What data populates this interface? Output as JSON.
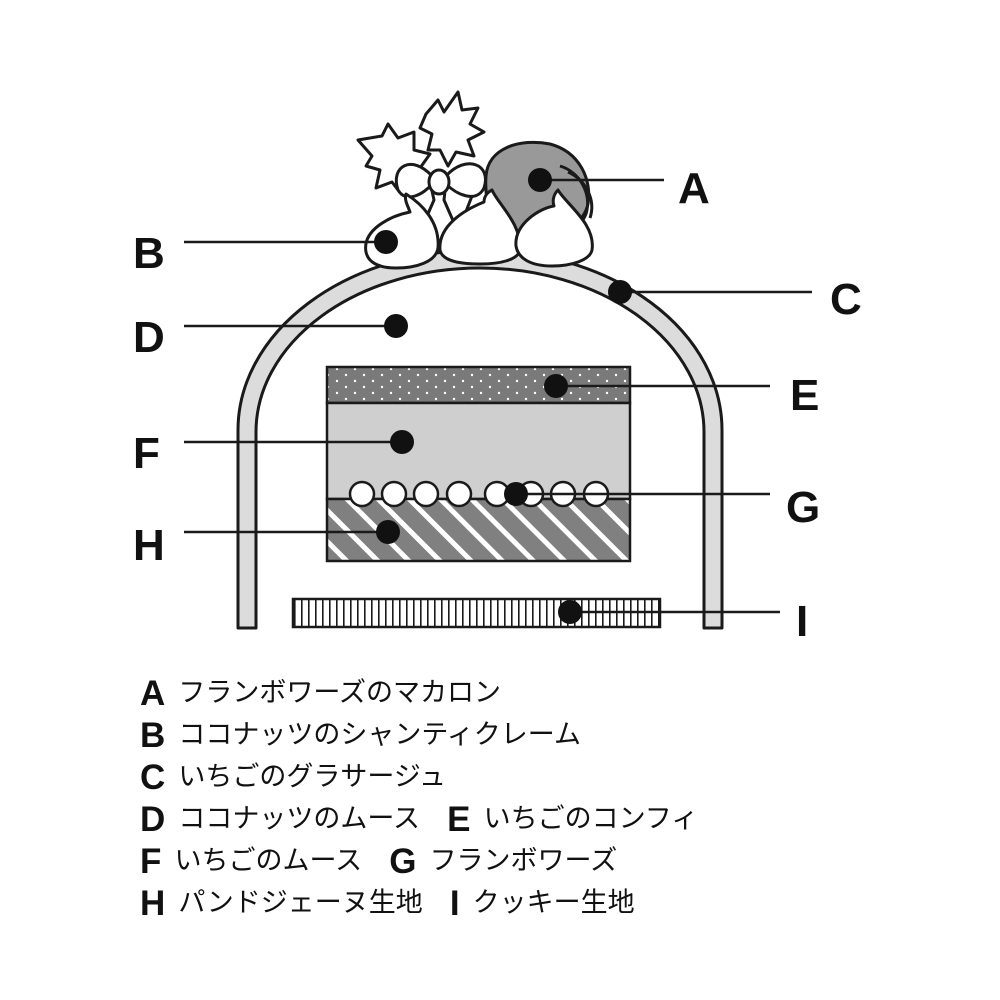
{
  "callouts": {
    "A": "A",
    "B": "B",
    "C": "C",
    "D": "D",
    "E": "E",
    "F": "F",
    "G": "G",
    "H": "H",
    "I": "I"
  },
  "legend": [
    [
      {
        "key": "A",
        "text": "フランボワーズのマカロン"
      }
    ],
    [
      {
        "key": "B",
        "text": "ココナッツのシャンティクレーム"
      }
    ],
    [
      {
        "key": "C",
        "text": "いちごのグラサージュ"
      }
    ],
    [
      {
        "key": "D",
        "text": "ココナッツのムース"
      },
      {
        "key": "E",
        "text": "いちごのコンフィ"
      }
    ],
    [
      {
        "key": "F",
        "text": "いちごのムース"
      },
      {
        "key": "G",
        "text": "フランボワーズ"
      }
    ],
    [
      {
        "key": "H",
        "text": "パンドジェーヌ生地"
      },
      {
        "key": "I",
        "text": "クッキー生地"
      }
    ]
  ],
  "colors": {
    "outline": "#1a1a1a",
    "dome_rim": "#dcdcdc",
    "macaron": "#999999",
    "confit": "#7a7a7a",
    "mousse": "#cfcfcf",
    "genoise": "#808080",
    "cookie": "#ffffff"
  }
}
